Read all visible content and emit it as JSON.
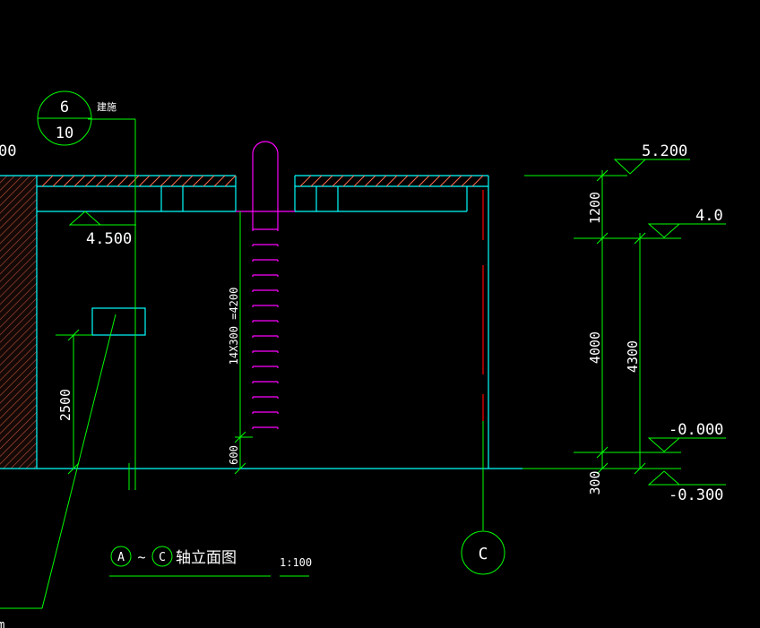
{
  "canvas_bg": "#000000",
  "colors": {
    "structure": "#00ffff",
    "dimension": "#00ff00",
    "ladder": "#ff00ff",
    "cut_line": "#ff0000",
    "text": "#ffffff",
    "hatch": "#ff6a50"
  },
  "detail_marker": {
    "top": "6",
    "bottom": "10",
    "note": "建施"
  },
  "left_partial_text": "00",
  "bottom_partial_text": "m",
  "levels": {
    "roof": "5.200",
    "upper": "4.0",
    "slab": "4.500",
    "ground": "-0.000",
    "outdoor": "-0.300"
  },
  "dimensions": {
    "d1200": "1200",
    "d4000": "4000",
    "d4300": "4300",
    "d300": "300",
    "d2500": "2500",
    "d600": "600",
    "ladder": "14X300 =4200"
  },
  "axis_c": "C",
  "title": {
    "axis_a": "A",
    "tilde": "~",
    "axis_c": "C",
    "text": "轴立面图",
    "scale": "1:100"
  }
}
